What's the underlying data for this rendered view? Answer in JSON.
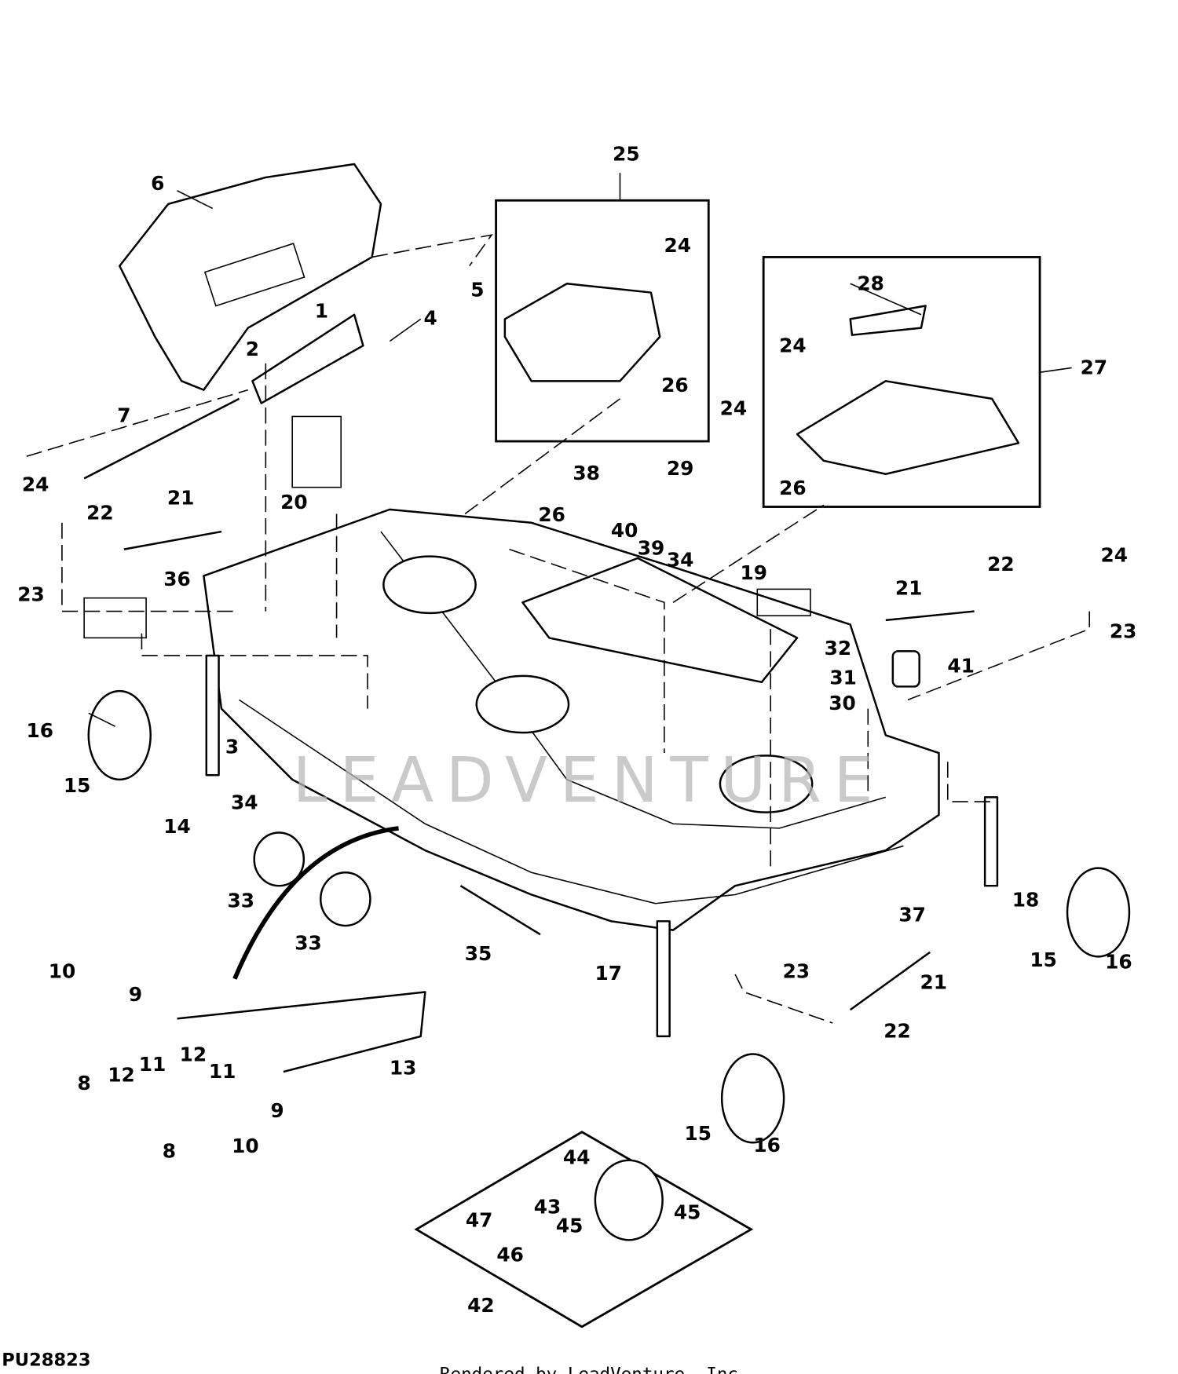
{
  "diagram_id": "PU28823",
  "credit": "Rendered by LeadVenture, Inc.",
  "watermark": "LEADVENTURE",
  "callouts": [
    "25",
    "6",
    "24",
    "5",
    "1",
    "4",
    "28",
    "2",
    "24",
    "27",
    "26",
    "7",
    "24",
    "29",
    "38",
    "26",
    "24",
    "22",
    "21",
    "20",
    "26",
    "40",
    "39",
    "34",
    "22",
    "24",
    "36",
    "19",
    "21",
    "23",
    "23",
    "32",
    "41",
    "31",
    "30",
    "16",
    "3",
    "15",
    "34",
    "14",
    "37",
    "18",
    "33",
    "33",
    "35",
    "15",
    "16",
    "17",
    "23",
    "10",
    "21",
    "9",
    "22",
    "12",
    "11",
    "13",
    "8",
    "11",
    "12",
    "9",
    "8",
    "10",
    "15",
    "16",
    "44",
    "43",
    "45",
    "47",
    "45",
    "46",
    "42"
  ]
}
